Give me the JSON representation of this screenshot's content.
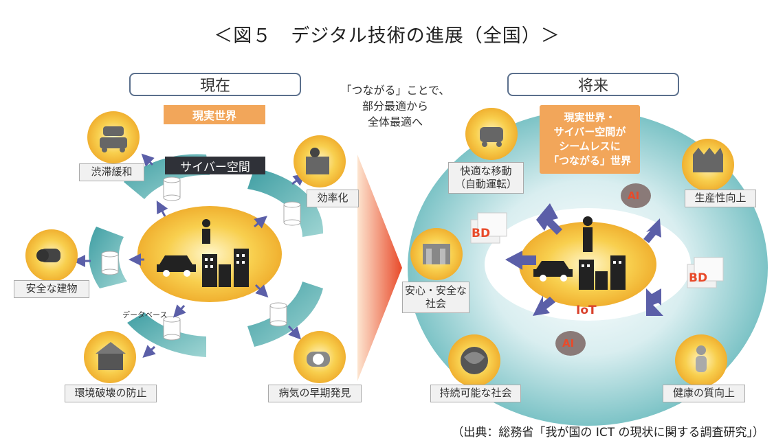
{
  "title": "＜図５　デジタル技術の進展（全国）＞",
  "left": {
    "header": "現在",
    "real_world": "現実世界",
    "cyber_space": "サイバー空間",
    "database_label": "データベース",
    "items": [
      "渋滞緩和",
      "効率化",
      "安全な建物",
      "環境破壊の防止",
      "病気の早期発見"
    ]
  },
  "middle_text": [
    "「つながる」ことで、",
    "部分最適から",
    "全体最適へ"
  ],
  "right": {
    "header": "将来",
    "badge_lines": [
      "現実世界・",
      "サイバー空間が",
      "シームレスに",
      "「つながる」世界"
    ],
    "items": [
      "快適な移動",
      "（自動運転）",
      "生産性向上",
      "安心・安全な",
      "社会",
      "持続可能な社会",
      "健康の質向上"
    ],
    "iot_label": "IoT",
    "ai_label": "AI",
    "bd_label": "BD"
  },
  "source": "（出典：総務省「我が国の ICT の現状に関する調査研究」）",
  "colors": {
    "teal": "#6fb8b8",
    "orange": "#f2a65a",
    "yellow": "#f5c242",
    "arrow": "#5b5fa8",
    "navy_border": "#5a6f8c"
  }
}
